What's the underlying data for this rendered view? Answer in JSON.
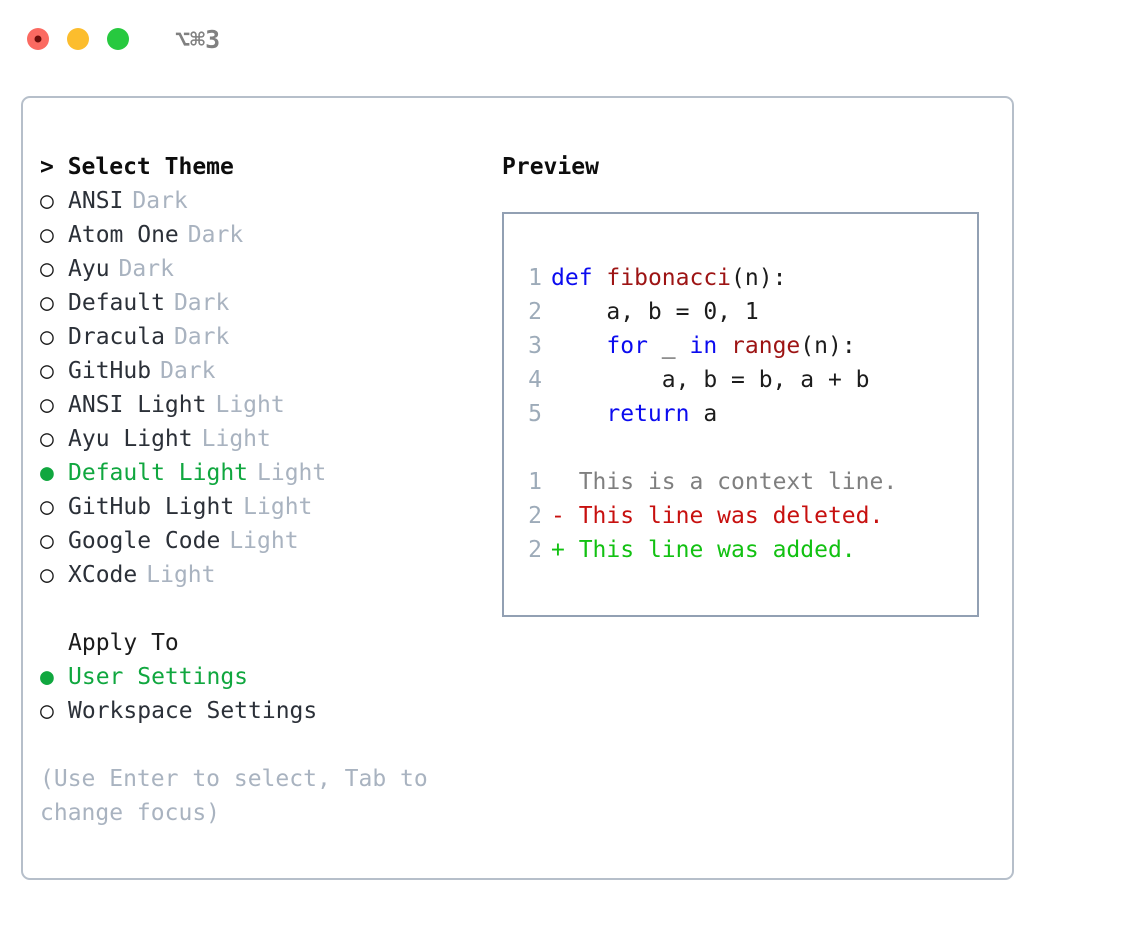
{
  "titlebar": {
    "buttons": [
      "close",
      "minimize",
      "maximize"
    ],
    "shortcut": "⌥⌘3"
  },
  "theme_list": {
    "header": "> Select Theme",
    "items": [
      {
        "marker": "○",
        "name": "ANSI",
        "tag": "Dark",
        "selected": false
      },
      {
        "marker": "○",
        "name": "Atom One",
        "tag": "Dark",
        "selected": false
      },
      {
        "marker": "○",
        "name": "Ayu",
        "tag": "Dark",
        "selected": false
      },
      {
        "marker": "○",
        "name": "Default",
        "tag": "Dark",
        "selected": false
      },
      {
        "marker": "○",
        "name": "Dracula",
        "tag": "Dark",
        "selected": false
      },
      {
        "marker": "○",
        "name": "GitHub",
        "tag": "Dark",
        "selected": false
      },
      {
        "marker": "○",
        "name": "ANSI Light",
        "tag": "Light",
        "selected": false
      },
      {
        "marker": "○",
        "name": "Ayu Light",
        "tag": "Light",
        "selected": false
      },
      {
        "marker": "●",
        "name": "Default Light",
        "tag": "Light",
        "selected": true
      },
      {
        "marker": "○",
        "name": "GitHub Light",
        "tag": "Light",
        "selected": false
      },
      {
        "marker": "○",
        "name": "Google Code",
        "tag": "Light",
        "selected": false
      },
      {
        "marker": "○",
        "name": "XCode",
        "tag": "Light",
        "selected": false
      }
    ]
  },
  "apply_to": {
    "header": "Apply To",
    "items": [
      {
        "marker": "●",
        "name": "User Settings",
        "selected": true
      },
      {
        "marker": "○",
        "name": "Workspace Settings",
        "selected": false
      }
    ]
  },
  "hint": "(Use Enter to select, Tab to change focus)",
  "preview": {
    "title": "Preview",
    "code_lines": [
      {
        "num": "1",
        "tokens": [
          {
            "t": "def",
            "c": "kw"
          },
          {
            "t": " ",
            "c": "pl"
          },
          {
            "t": "fibonacci",
            "c": "fn"
          },
          {
            "t": "(n):",
            "c": "pl"
          }
        ]
      },
      {
        "num": "2",
        "tokens": [
          {
            "t": "    a, b = 0, 1",
            "c": "pl"
          }
        ]
      },
      {
        "num": "3",
        "tokens": [
          {
            "t": "    ",
            "c": "pl"
          },
          {
            "t": "for",
            "c": "kw"
          },
          {
            "t": " _ ",
            "c": "pl"
          },
          {
            "t": "in",
            "c": "kw"
          },
          {
            "t": " ",
            "c": "pl"
          },
          {
            "t": "range",
            "c": "fn"
          },
          {
            "t": "(n):",
            "c": "pl"
          }
        ]
      },
      {
        "num": "4",
        "tokens": [
          {
            "t": "        a, b = b, a + b",
            "c": "pl"
          }
        ]
      },
      {
        "num": "5",
        "tokens": [
          {
            "t": "    ",
            "c": "pl"
          },
          {
            "t": "return",
            "c": "kw"
          },
          {
            "t": " a",
            "c": "pl"
          }
        ]
      }
    ],
    "diff_lines": [
      {
        "num": "1",
        "sign": " ",
        "text": " This is a context line.",
        "kind": "ctx"
      },
      {
        "num": "2",
        "sign": "-",
        "text": " This line was deleted.",
        "kind": "del"
      },
      {
        "num": "2",
        "sign": "+",
        "text": " This line was added.",
        "kind": "add"
      }
    ]
  },
  "colors": {
    "accent_green": "#10a73f",
    "keyword_blue": "#0b0bef",
    "function_red": "#9d1414",
    "diff_delete": "#c7100f",
    "diff_add": "#12c112",
    "muted_gray": "#a9b3c0",
    "border": "#b6bfca"
  }
}
